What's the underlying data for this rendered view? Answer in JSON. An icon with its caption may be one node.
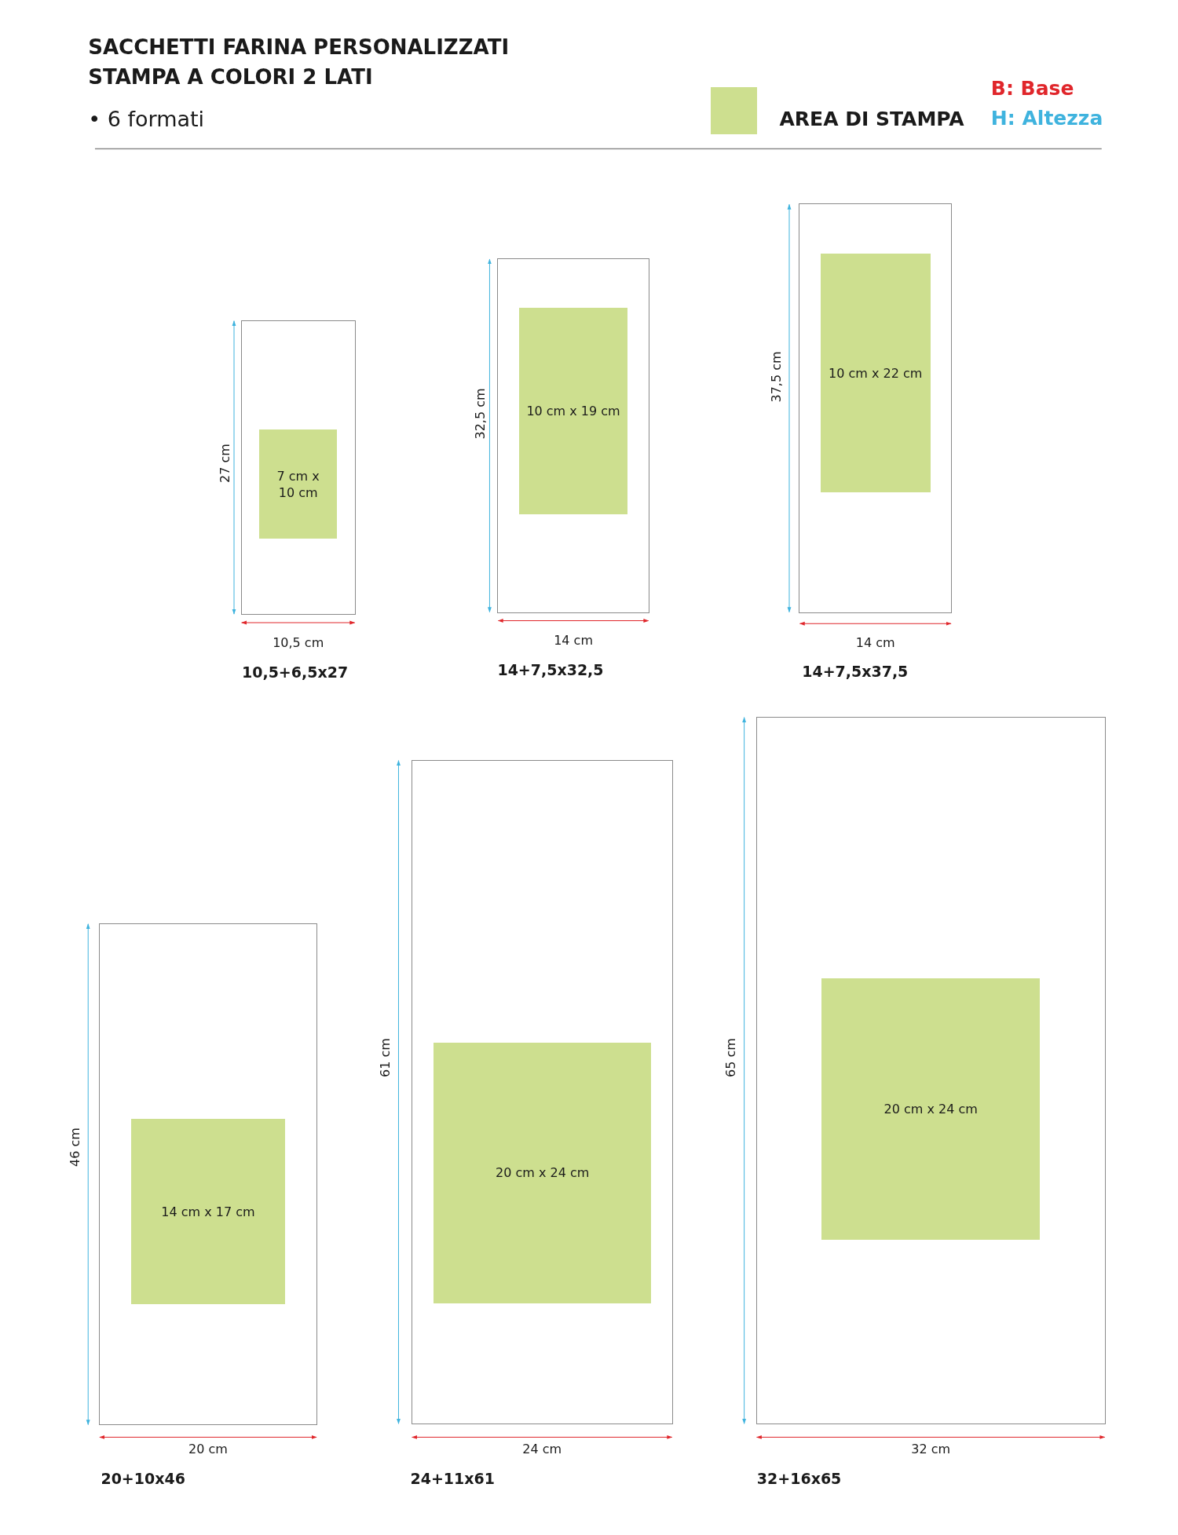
{
  "diagram": {
    "title": "SACCHETTI FARINA PERSONALIZZATI STAMPA A COLORI 2 LATI",
    "nodes": [
      {
        "text": [],
        "shape": "box",
        "beside": [
          "10,5+6,5x27"
        ]
      },
      {
        "text": [
          "7 cm x 10 cm"
        ],
        "in": 0
      },
      {
        "text": [],
        "shape": "box",
        "beside": [
          "14+7,5x32,5"
        ]
      },
      {
        "text": [
          "10 cm x 19 cm"
        ],
        "in": 2
      },
      {
        "text": [],
        "shape": "box",
        "beside": [
          "14+7,5x37,5"
        ]
      },
      {
        "text": [
          "10 cm x 22 cm"
        ],
        "in": 4
      },
      {
        "text": [],
        "shape": "box",
        "beside": [
          "20+10x46"
        ]
      },
      {
        "text": [
          "14 cm x 17 cm"
        ],
        "in": 6
      },
      {
        "text": [],
        "shape": "box",
        "beside": [
          "24+11x61"
        ]
      },
      {
        "text": [
          "20 cm x 24 cm"
        ],
        "in": 8
      },
      {
        "text": [],
        "shape": "box",
        "beside": [
          "32+16x65"
        ]
      },
      {
        "text": [
          "20 cm x 24 cm"
        ],
        "in": 10
      }
    ],
    "labels": [
      "• 6 formati",
      "B: Base",
      "H: Altezza",
      "27 cm",
      "10,5 cm",
      "32,5 cm",
      "14 cm",
      "37,5 cm",
      "14 cm",
      "46 cm",
      "20 cm",
      "61 cm",
      "24 cm",
      "65 cm",
      "32 cm"
    ],
    "legend": [
      {
        "text": "AREA DI STAMPA",
        "color": "#cddf8f"
      }
    ]
  }
}
